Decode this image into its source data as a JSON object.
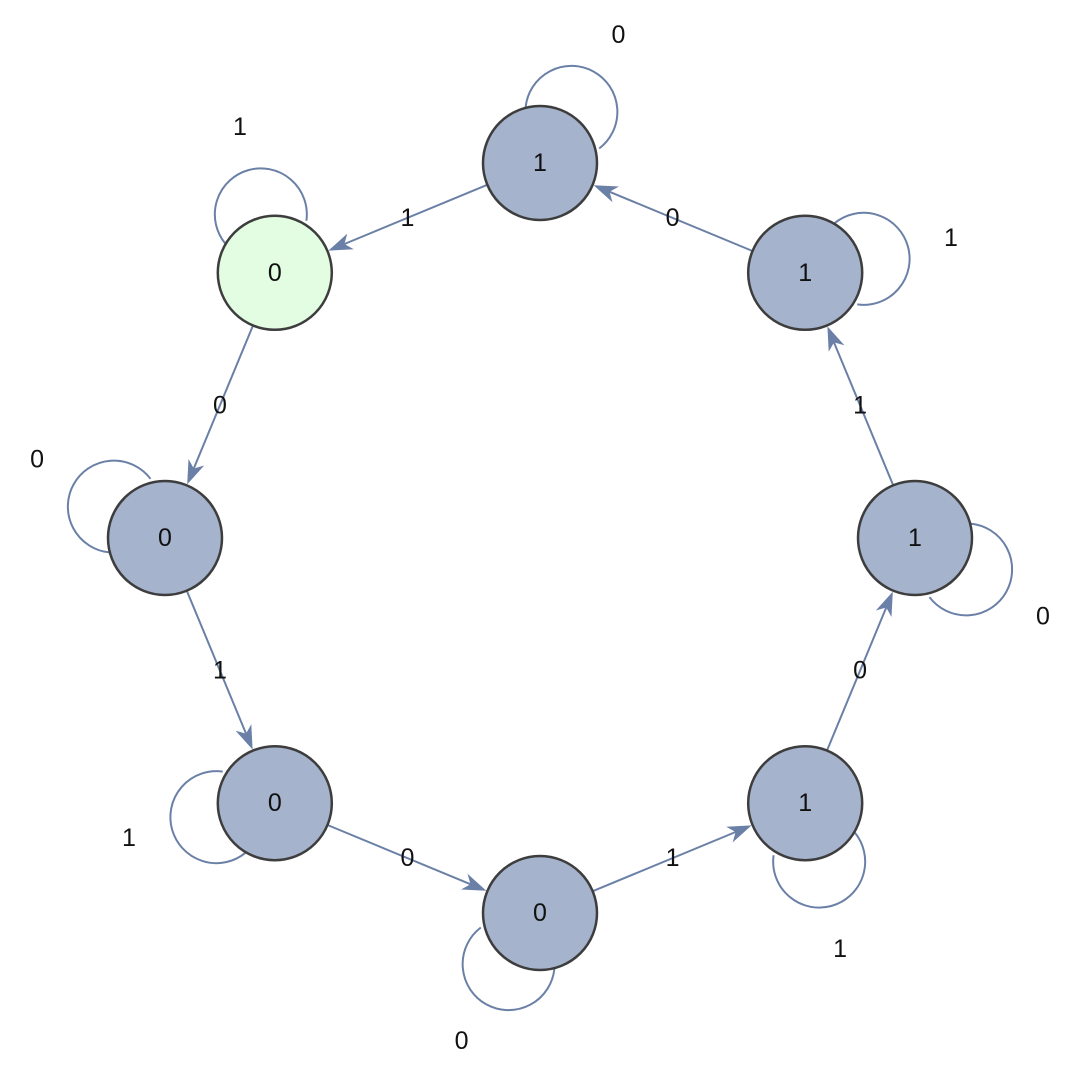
{
  "colors": {
    "node_fill": "#a5b3cc",
    "start_fill": "#e2fde2",
    "node_stroke": "#3d3d3d",
    "edge": "#6b80a6",
    "text": "#111111"
  },
  "nodes": [
    {
      "id": "n0",
      "label": "1",
      "start": false
    },
    {
      "id": "n1",
      "label": "0",
      "start": true
    },
    {
      "id": "n2",
      "label": "0",
      "start": false
    },
    {
      "id": "n3",
      "label": "0",
      "start": false
    },
    {
      "id": "n4",
      "label": "0",
      "start": false
    },
    {
      "id": "n5",
      "label": "1",
      "start": false
    },
    {
      "id": "n6",
      "label": "1",
      "start": false
    },
    {
      "id": "n7",
      "label": "1",
      "start": false
    }
  ],
  "edges": [
    {
      "from": "n0",
      "to": "n1",
      "label": "1"
    },
    {
      "from": "n1",
      "to": "n2",
      "label": "0"
    },
    {
      "from": "n2",
      "to": "n3",
      "label": "1"
    },
    {
      "from": "n3",
      "to": "n4",
      "label": "0"
    },
    {
      "from": "n4",
      "to": "n5",
      "label": "1"
    },
    {
      "from": "n5",
      "to": "n6",
      "label": "0"
    },
    {
      "from": "n6",
      "to": "n7",
      "label": "1"
    },
    {
      "from": "n7",
      "to": "n0",
      "label": "0"
    }
  ],
  "self_loops": [
    {
      "node": "n0",
      "label": "0"
    },
    {
      "node": "n1",
      "label": "1"
    },
    {
      "node": "n2",
      "label": "0"
    },
    {
      "node": "n3",
      "label": "1"
    },
    {
      "node": "n4",
      "label": "0"
    },
    {
      "node": "n5",
      "label": "1"
    },
    {
      "node": "n6",
      "label": "0"
    },
    {
      "node": "n7",
      "label": "1"
    }
  ]
}
